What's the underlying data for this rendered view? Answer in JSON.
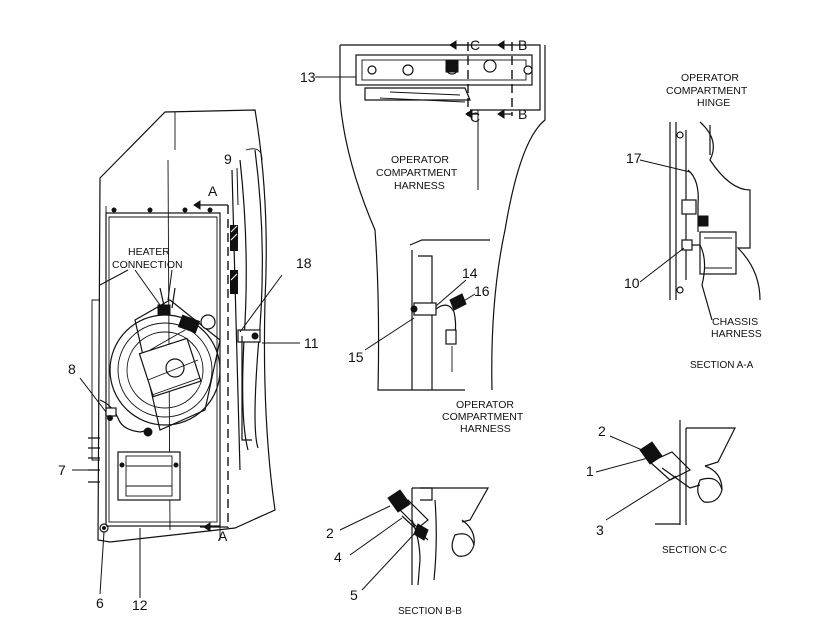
{
  "callouts": {
    "c1": "1",
    "c2a": "2",
    "c2b": "2",
    "c3": "3",
    "c4": "4",
    "c5": "5",
    "c6": "6",
    "c7": "7",
    "c8": "8",
    "c9": "9",
    "c10": "10",
    "c11": "11",
    "c12": "12",
    "c13": "13",
    "c14": "14",
    "c15": "15",
    "c16": "16",
    "c17": "17",
    "c18": "18"
  },
  "section_markers": {
    "a_top": "A",
    "a_bottom": "A",
    "b_top": "B",
    "b_bottom": "B",
    "c_top": "C",
    "c_bottom": "C"
  },
  "labels": {
    "heater_connection": [
      "HEATER",
      "CONNECTION"
    ],
    "operator_harness_top": [
      "OPERATOR",
      "COMPARTMENT",
      "HARNESS"
    ],
    "operator_harness_bottom": [
      "OPERATOR",
      "COMPARTMENT",
      "HARNESS"
    ],
    "compartment_hinge": [
      "OPERATOR",
      "COMPARTMENT",
      "HINGE"
    ],
    "chassis_harness": [
      "CHASSIS",
      "HARNESS"
    ]
  },
  "section_titles": {
    "aa": "SECTION A-A",
    "bb": "SECTION B-B",
    "cc": "SECTION C-C"
  }
}
